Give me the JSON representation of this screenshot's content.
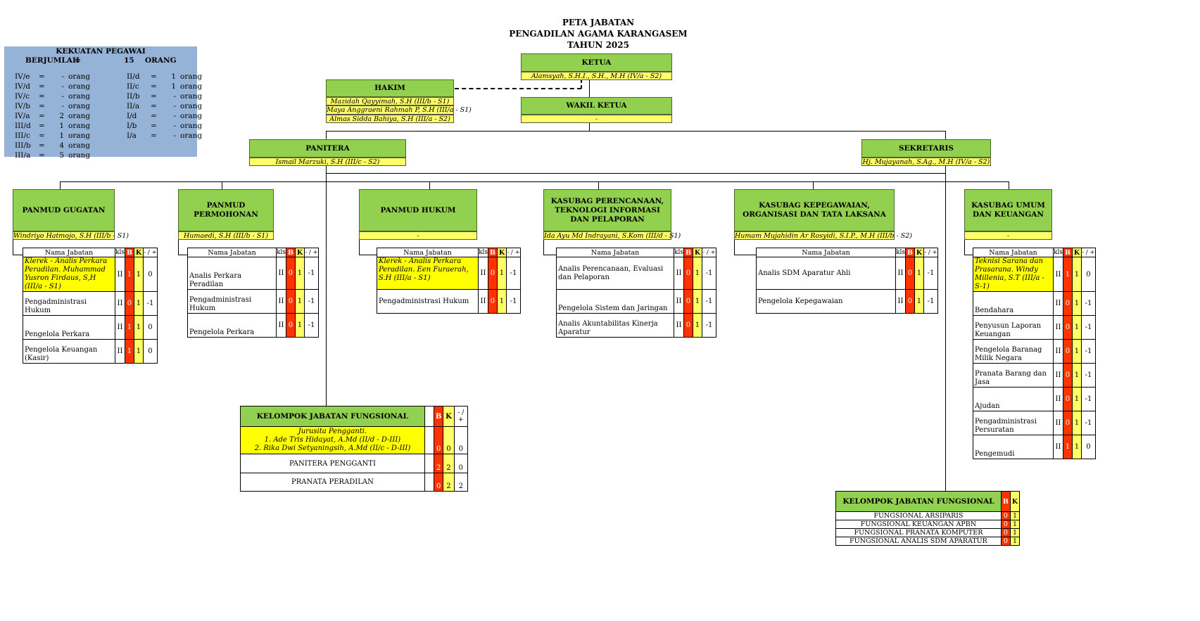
{
  "title": {
    "line1": "PETA JABATAN",
    "line2": "PENGADILAN AGAMA KARANGASEM",
    "line3": "TAHUN 2025"
  },
  "summary": {
    "header": "KEKUATAN PEGAWAI",
    "total_label": "BERJUMLAH",
    "total_eq": "=",
    "total_value": "15",
    "total_unit": "ORANG",
    "left": [
      {
        "g": "IV/e",
        "v": "-"
      },
      {
        "g": "IV/d",
        "v": "-"
      },
      {
        "g": "IV/c",
        "v": "-"
      },
      {
        "g": "IV/b",
        "v": "-"
      },
      {
        "g": "IV/a",
        "v": "2"
      },
      {
        "g": "III/d",
        "v": "1"
      },
      {
        "g": "III/c",
        "v": "1"
      },
      {
        "g": "III/b",
        "v": "4"
      },
      {
        "g": "III/a",
        "v": "5"
      }
    ],
    "right": [
      {
        "g": "II/d",
        "v": "1"
      },
      {
        "g": "II/c",
        "v": "1"
      },
      {
        "g": "II/b",
        "v": "-"
      },
      {
        "g": "II/a",
        "v": "-"
      },
      {
        "g": "I/d",
        "v": "-"
      },
      {
        "g": "I/b",
        "v": "-"
      },
      {
        "g": "I/a",
        "v": "-"
      }
    ],
    "eq": "=",
    "unit": "orang"
  },
  "ketua": {
    "title": "KETUA",
    "name": "Alamsyah, S.H.I., S.H., M.H (IV/a - S2)"
  },
  "wakil": {
    "title": "WAKIL KETUA",
    "name": "-"
  },
  "hakim": {
    "title": "HAKIM",
    "names": [
      "Mazidah Qayyimah, S.H (III/b - S1)",
      "Maya Anggraeni Rahmah P, S.H (III/a - S1)",
      "Almas Sidda Bahiya, S.H (III/a - S2)"
    ]
  },
  "panitera": {
    "title": "PANITERA",
    "name": "Ismail Marzuki, S.H (III/c - S2)"
  },
  "sekretaris": {
    "title": "SEKRETARIS",
    "name": "Hj. Mujayanah, S.Ag., M.H (IV/a - S2)"
  },
  "cols": {
    "nama": "Nama Jabatan",
    "kls": "kls",
    "b": "B",
    "k": "K",
    "diff": "- / +"
  },
  "units": [
    {
      "title": "PANMUD GUGATAN",
      "name": "Windriyo Hatmojo, S.H (III/b - S1)",
      "rows": [
        {
          "n": "Klerek - Analis Perkara Peradilan.   Muhammad Yusron Firdaus, S,H (III/a - S1)",
          "k": "II",
          "b": "1",
          "kk": "1",
          "d": "0",
          "y": true
        },
        {
          "n": "Pengadministrasi Hukum",
          "k": "II",
          "b": "0",
          "kk": "1",
          "d": "-1"
        },
        {
          "n": "Pengelola Perkara",
          "k": "II",
          "b": "1",
          "kk": "1",
          "d": "0"
        },
        {
          "n": "Pengelola Keuangan (Kasir)",
          "k": "II",
          "b": "1",
          "kk": "1",
          "d": "0"
        }
      ]
    },
    {
      "title": "PANMUD PERMOHONAN",
      "name": "Humaedi, S.H (III/b - S1)",
      "rows": [
        {
          "n": "Analis Perkara Peradilan",
          "k": "II",
          "b": "0",
          "kk": "1",
          "d": "-1"
        },
        {
          "n": "Pengadministrasi Hukum",
          "k": "II",
          "b": "0",
          "kk": "1",
          "d": "-1"
        },
        {
          "n": "Pengelola Perkara",
          "k": "II",
          "b": "0",
          "kk": "1",
          "d": "-1"
        }
      ]
    },
    {
      "title": "PANMUD HUKUM",
      "name": "-",
      "rows": [
        {
          "n": "Klerek - Analis Perkara Peradilan.   Een Furaerah, S.H (III/a - S1)",
          "k": "II",
          "b": "0",
          "kk": "1",
          "d": "-1",
          "y": true
        },
        {
          "n": "Pengadministrasi Hukum",
          "k": "II",
          "b": "0",
          "kk": "1",
          "d": "-1",
          "mid": true
        }
      ]
    },
    {
      "title": "KASUBAG PERENCANAAN, TEKNOLOGI INFORMASI DAN PELAPORAN",
      "name": "Ida Ayu Md Indrayani, S.Kom (III/d - S1)",
      "rows": [
        {
          "n": "Analis Perencanaan, Evaluasi dan Pelaporan",
          "k": "II",
          "b": "0",
          "kk": "1",
          "d": "-1",
          "mid": true
        },
        {
          "n": "Pengelola Sistem dan Jaringan",
          "k": "II",
          "b": "0",
          "kk": "1",
          "d": "-1"
        },
        {
          "n": "Analis Akuntabilitas Kinerja Aparatur",
          "k": "II",
          "b": "0",
          "kk": "1",
          "d": "-1"
        }
      ]
    },
    {
      "title": "KASUBAG KEPEGAWAIAN, ORGANISASI DAN TATA LAKSANA",
      "name": "Humam Mujahidin Ar Rosyidi, S.I.P., M.H (III/b - S2)",
      "rows": [
        {
          "n": "Analis SDM Aparatur Ahli",
          "k": "II",
          "b": "0",
          "kk": "1",
          "d": "-1",
          "mid": true
        },
        {
          "n": "Pengelola Kepegawaian",
          "k": "II",
          "b": "0",
          "kk": "1",
          "d": "-1",
          "mid": true
        }
      ]
    },
    {
      "title": "KASUBAG UMUM DAN KEUANGAN",
      "name": "-",
      "rows": [
        {
          "n": "Teknisi Sarana dan Prasarana.   Windy Millenia, S.T (III/a - S-1)",
          "k": "II",
          "b": "1",
          "kk": "1",
          "d": "0",
          "y": true
        },
        {
          "n": "Bendahara",
          "k": "II",
          "b": "0",
          "kk": "1",
          "d": "-1"
        },
        {
          "n": "Penyusun Laporan Keuangan",
          "k": "II",
          "b": "0",
          "kk": "1",
          "d": "-1"
        },
        {
          "n": "Pengelola Baranag Milik Negara",
          "k": "II",
          "b": "0",
          "kk": "1",
          "d": "-1"
        },
        {
          "n": "Pranata Barang dan Jasa",
          "k": "II",
          "b": "0",
          "kk": "1",
          "d": "-1"
        },
        {
          "n": "Ajudan",
          "k": "II",
          "b": "0",
          "kk": "1",
          "d": "-1"
        },
        {
          "n": "Pengadministrasi Persuratan",
          "k": "II",
          "b": "0",
          "kk": "1",
          "d": "-1"
        },
        {
          "n": "Pengemudi",
          "k": "II",
          "b": "1",
          "kk": "1",
          "d": "0"
        }
      ]
    }
  ],
  "kjf1": {
    "title": "KELOMPOK JABATAN FUNGSIONAL",
    "b": "B",
    "k": "K",
    "diff": "- / +",
    "rows": [
      {
        "lines": [
          "Jurusita Pengganti.",
          "1. Ade Tris Hidayat, A.Md (II/d - D-III)",
          "2. Rika Dwi Setyaningsih, A.Md (II/c - D-III)"
        ],
        "b": "0",
        "k": "0",
        "d": "0",
        "y": true
      },
      {
        "lines": [
          "PANITERA PENGGANTI"
        ],
        "b": "2",
        "k": "2",
        "d": "0"
      },
      {
        "lines": [
          "PRANATA PERADILAN"
        ],
        "b": "0",
        "k": "2",
        "d": "2"
      }
    ]
  },
  "kjf2": {
    "title": "KELOMPOK JABATAN FUNGSIONAL",
    "b": "B",
    "k": "K",
    "rows": [
      {
        "n": "FUNGSIONAL ARSIPARIS",
        "b": "0",
        "k": "1"
      },
      {
        "n": "FUNGSIONAL KEUANGAN APBN",
        "b": "0",
        "k": "1"
      },
      {
        "n": "FUNGSIONAL PRANATA KOMPUTER",
        "b": "0",
        "k": "1"
      },
      {
        "n": "FUNGSIONAL ANALIS SDM APARATUR",
        "b": "0",
        "k": "1"
      }
    ]
  }
}
